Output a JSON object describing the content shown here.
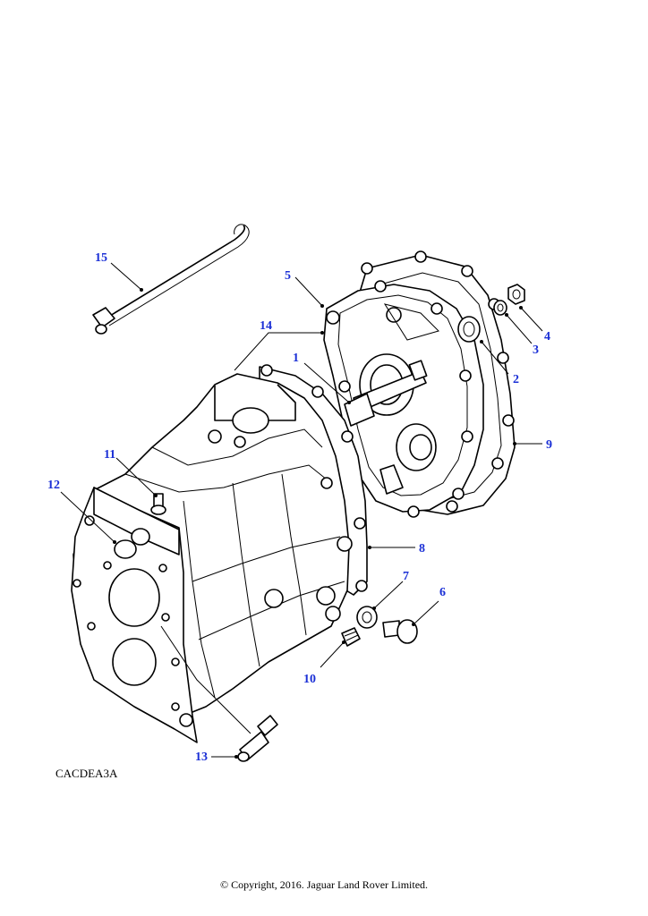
{
  "diagram": {
    "callouts": [
      "1",
      "2",
      "3",
      "4",
      "5",
      "6",
      "7",
      "8",
      "9",
      "10",
      "11",
      "12",
      "13",
      "14",
      "15"
    ],
    "colors": {
      "callout": "#1a2fd6",
      "line": "#000000",
      "background": "#ffffff"
    }
  },
  "reference_code": "CACDEA3A",
  "copyright": "© Copyright, 2016. Jaguar Land Rover Limited."
}
